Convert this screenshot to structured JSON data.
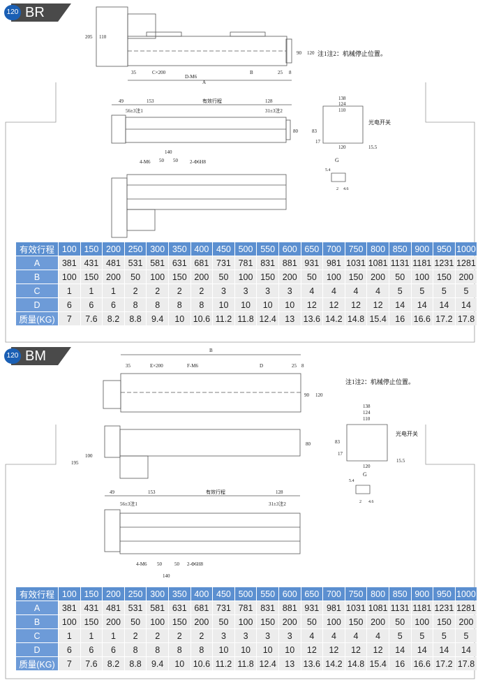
{
  "sections": [
    {
      "badge": "120",
      "title": "BR",
      "note": "注1注2：机械停止位置。",
      "sensor": "光电开关",
      "stroke_label": "有效行程",
      "dims": {
        "a": "A",
        "b": "B",
        "c": "C×200",
        "d": "D-M6",
        "d35": "35",
        "d25": "25",
        "d8": "8",
        "d90": "90",
        "d120": "120",
        "d110": "110",
        "d205": "205",
        "d49": "49",
        "d153": "153",
        "d128": "128",
        "d56": "56±3注1",
        "d31": "31±3注2",
        "d80": "80",
        "d140": "140",
        "d50a": "50",
        "d50b": "50",
        "m6": "4-M6",
        "h8": "2-Φ6H8",
        "w138": "138",
        "w124": "124",
        "w110": "110",
        "w120": "120",
        "w155": "15.5",
        "w83": "83",
        "w17": "17",
        "g": "G",
        "g54": "5.4",
        "g2": "2",
        "g46": "4.6"
      }
    },
    {
      "badge": "120",
      "title": "BM",
      "note": "注1注2：机械停止位置。",
      "sensor": "光电开关",
      "stroke_label": "有效行程",
      "dims": {
        "a": "B",
        "b": "D",
        "c": "E×200",
        "d": "F-M6",
        "d35": "35",
        "d25": "25",
        "d8": "8",
        "d90": "90",
        "d120": "120",
        "d110": "100",
        "d205": "195",
        "d49": "49",
        "d153": "153",
        "d128": "128",
        "d56": "56±3注1",
        "d31": "31±3注2",
        "d80": "80",
        "d140": "140",
        "d50a": "50",
        "d50b": "50",
        "m6": "4-M6",
        "h8": "2-Φ6H8",
        "w138": "138",
        "w124": "124",
        "w110": "110",
        "w120": "120",
        "w155": "15.5",
        "w83": "83",
        "w17": "17",
        "g": "G",
        "g54": "5.4",
        "g2": "2",
        "g46": "4.6"
      }
    }
  ],
  "table": {
    "header": [
      "有效行程",
      "100",
      "150",
      "200",
      "250",
      "300",
      "350",
      "400",
      "450",
      "500",
      "550",
      "600",
      "650",
      "700",
      "750",
      "800",
      "850",
      "900",
      "950",
      "1000"
    ],
    "rows": [
      [
        "A",
        "381",
        "431",
        "481",
        "531",
        "581",
        "631",
        "681",
        "731",
        "781",
        "831",
        "881",
        "931",
        "981",
        "1031",
        "1081",
        "1131",
        "1181",
        "1231",
        "1281"
      ],
      [
        "B",
        "100",
        "150",
        "200",
        "50",
        "100",
        "150",
        "200",
        "50",
        "100",
        "150",
        "200",
        "50",
        "100",
        "150",
        "200",
        "50",
        "100",
        "150",
        "200"
      ],
      [
        "C",
        "1",
        "1",
        "1",
        "2",
        "2",
        "2",
        "2",
        "3",
        "3",
        "3",
        "3",
        "4",
        "4",
        "4",
        "4",
        "5",
        "5",
        "5",
        "5"
      ],
      [
        "D",
        "6",
        "6",
        "6",
        "8",
        "8",
        "8",
        "8",
        "10",
        "10",
        "10",
        "10",
        "12",
        "12",
        "12",
        "12",
        "14",
        "14",
        "14",
        "14"
      ],
      [
        "质量(KG)",
        "7",
        "7.6",
        "8.2",
        "8.8",
        "9.4",
        "10",
        "10.6",
        "11.2",
        "11.8",
        "12.4",
        "13",
        "13.6",
        "14.2",
        "14.8",
        "15.4",
        "16",
        "16.6",
        "17.2",
        "17.8"
      ]
    ]
  }
}
